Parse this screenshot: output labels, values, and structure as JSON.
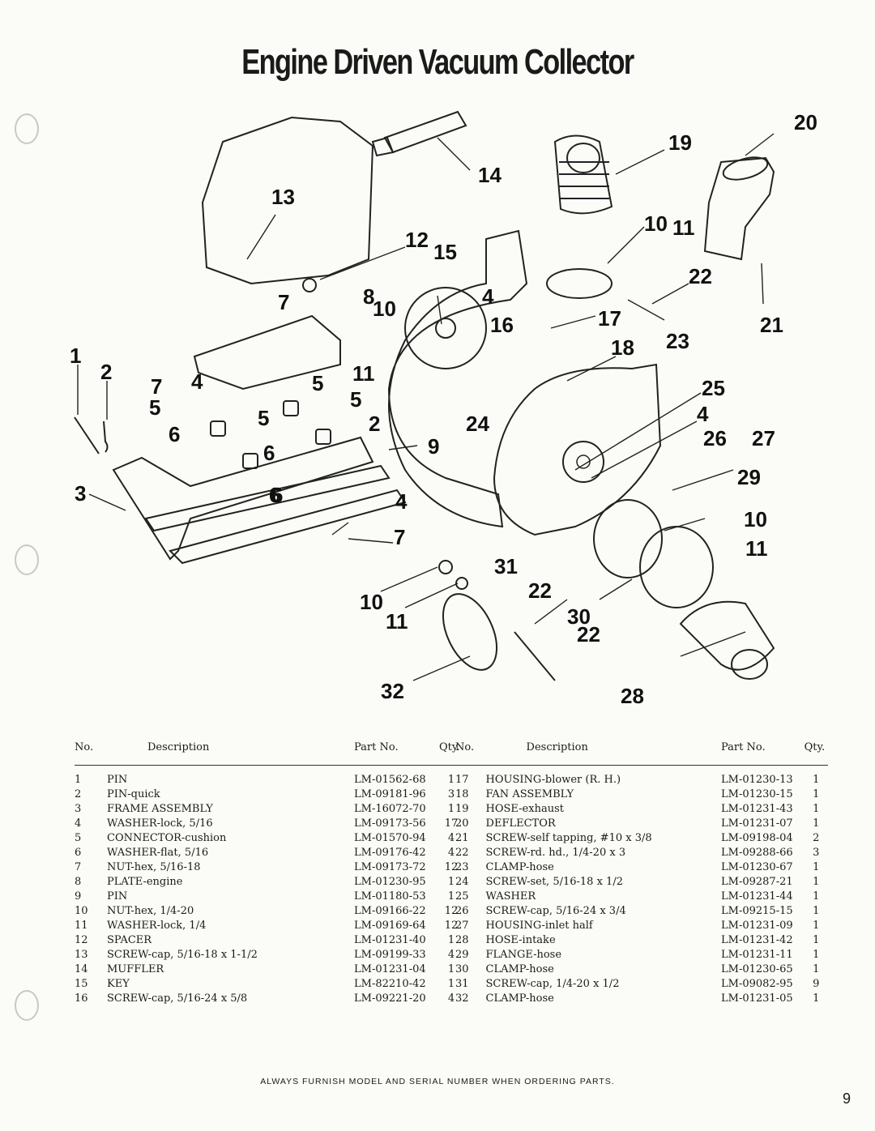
{
  "title": "Engine Driven Vacuum Collector",
  "callouts": [
    "20",
    "19",
    "14",
    "13",
    "12",
    "15",
    "10",
    "11",
    "22",
    "7",
    "8",
    "10",
    "4",
    "16",
    "17",
    "21",
    "1",
    "23",
    "2",
    "18",
    "7",
    "4",
    "11",
    "5",
    "25",
    "5",
    "5",
    "4",
    "6",
    "5",
    "6",
    "2",
    "24",
    "26",
    "27",
    "9",
    "6",
    "29",
    "3",
    "6",
    "4",
    "10",
    "7",
    "11",
    "31",
    "10",
    "22",
    "11",
    "30",
    "22",
    "32",
    "28"
  ],
  "table_headers": {
    "no": "No.",
    "description": "Description",
    "part_no": "Part No.",
    "qty": "Qty."
  },
  "parts_left": [
    {
      "no": "1",
      "description": "PIN",
      "part_no": "LM-01562-68",
      "qty": "1"
    },
    {
      "no": "2",
      "description": "PIN-quick",
      "part_no": "LM-09181-96",
      "qty": "3"
    },
    {
      "no": "3",
      "description": "FRAME ASSEMBLY",
      "part_no": "LM-16072-70",
      "qty": "1"
    },
    {
      "no": "4",
      "description": "WASHER-lock, 5/16",
      "part_no": "LM-09173-56",
      "qty": "17"
    },
    {
      "no": "5",
      "description": "CONNECTOR-cushion",
      "part_no": "LM-01570-94",
      "qty": "4"
    },
    {
      "no": "6",
      "description": "WASHER-flat, 5/16",
      "part_no": "LM-09176-42",
      "qty": "4"
    },
    {
      "no": "7",
      "description": "NUT-hex, 5/16-18",
      "part_no": "LM-09173-72",
      "qty": "12"
    },
    {
      "no": "8",
      "description": "PLATE-engine",
      "part_no": "LM-01230-95",
      "qty": "1"
    },
    {
      "no": "9",
      "description": "PIN",
      "part_no": "LM-01180-53",
      "qty": "1"
    },
    {
      "no": "10",
      "description": "NUT-hex, 1/4-20",
      "part_no": "LM-09166-22",
      "qty": "12"
    },
    {
      "no": "11",
      "description": "WASHER-lock, 1/4",
      "part_no": "LM-09169-64",
      "qty": "12"
    },
    {
      "no": "12",
      "description": "SPACER",
      "part_no": "LM-01231-40",
      "qty": "1"
    },
    {
      "no": "13",
      "description": "SCREW-cap, 5/16-18 x 1-1/2",
      "part_no": "LM-09199-33",
      "qty": "4"
    },
    {
      "no": "14",
      "description": "MUFFLER",
      "part_no": "LM-01231-04",
      "qty": "1"
    },
    {
      "no": "15",
      "description": "KEY",
      "part_no": "LM-82210-42",
      "qty": "1"
    },
    {
      "no": "16",
      "description": "SCREW-cap, 5/16-24 x 5/8",
      "part_no": "LM-09221-20",
      "qty": "4"
    }
  ],
  "parts_right": [
    {
      "no": "17",
      "description": "HOUSING-blower (R. H.)",
      "part_no": "LM-01230-13",
      "qty": "1"
    },
    {
      "no": "18",
      "description": "FAN ASSEMBLY",
      "part_no": "LM-01230-15",
      "qty": "1"
    },
    {
      "no": "19",
      "description": "HOSE-exhaust",
      "part_no": "LM-01231-43",
      "qty": "1"
    },
    {
      "no": "20",
      "description": "DEFLECTOR",
      "part_no": "LM-01231-07",
      "qty": "1"
    },
    {
      "no": "21",
      "description": "SCREW-self tapping, #10 x 3/8",
      "part_no": "LM-09198-04",
      "qty": "2"
    },
    {
      "no": "22",
      "description": "SCREW-rd. hd., 1/4-20 x 3",
      "part_no": "LM-09288-66",
      "qty": "3"
    },
    {
      "no": "23",
      "description": "CLAMP-hose",
      "part_no": "LM-01230-67",
      "qty": "1"
    },
    {
      "no": "24",
      "description": "SCREW-set, 5/16-18 x 1/2",
      "part_no": "LM-09287-21",
      "qty": "1"
    },
    {
      "no": "25",
      "description": "WASHER",
      "part_no": "LM-01231-44",
      "qty": "1"
    },
    {
      "no": "26",
      "description": "SCREW-cap, 5/16-24 x 3/4",
      "part_no": "LM-09215-15",
      "qty": "1"
    },
    {
      "no": "27",
      "description": "HOUSING-inlet half",
      "part_no": "LM-01231-09",
      "qty": "1"
    },
    {
      "no": "28",
      "description": "HOSE-intake",
      "part_no": "LM-01231-42",
      "qty": "1"
    },
    {
      "no": "29",
      "description": "FLANGE-hose",
      "part_no": "LM-01231-11",
      "qty": "1"
    },
    {
      "no": "30",
      "description": "CLAMP-hose",
      "part_no": "LM-01230-65",
      "qty": "1"
    },
    {
      "no": "31",
      "description": "SCREW-cap, 1/4-20 x 1/2",
      "part_no": "LM-09082-95",
      "qty": "9"
    },
    {
      "no": "32",
      "description": "CLAMP-hose",
      "part_no": "LM-01231-05",
      "qty": "1"
    }
  ],
  "footer": "ALWAYS FURNISH MODEL AND SERIAL NUMBER WHEN ORDERING PARTS.",
  "page_number": "9"
}
